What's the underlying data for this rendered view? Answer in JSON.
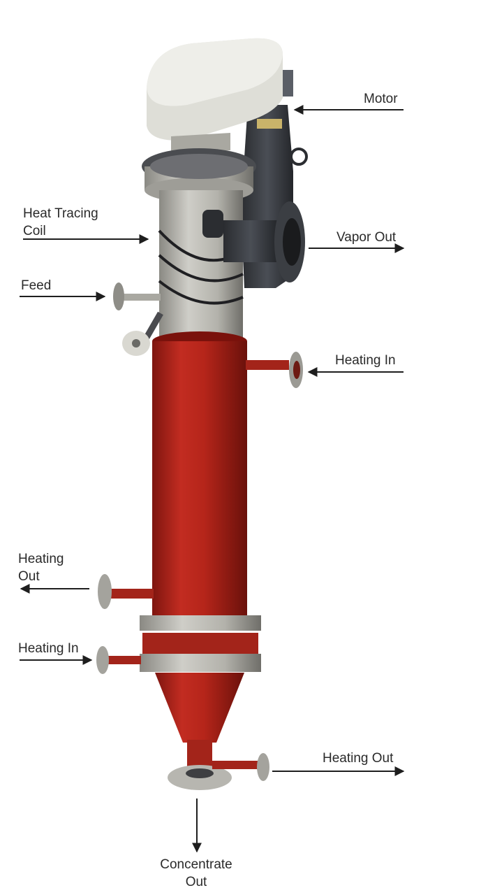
{
  "labels": {
    "motor": "Motor",
    "heat_tracing_coil_line1": "Heat Tracing",
    "heat_tracing_coil_line2": "Coil",
    "vapor_out": "Vapor Out",
    "feed": "Feed",
    "heating_in_upper": "Heating In",
    "heating_out_left_line1": "Heating",
    "heating_out_left_line2": "Out",
    "heating_in_lower": "Heating In",
    "heating_out_bottom": "Heating Out",
    "concentrate_out_line1": "Concentrate",
    "concentrate_out_line2": "Out"
  },
  "colors": {
    "shell_red": "#b8261c",
    "steel_gray": "#b9b8b1",
    "cover_white": "#e6e6e0",
    "dark_steel": "#3c3f44",
    "arrow": "#1e1e1e"
  }
}
